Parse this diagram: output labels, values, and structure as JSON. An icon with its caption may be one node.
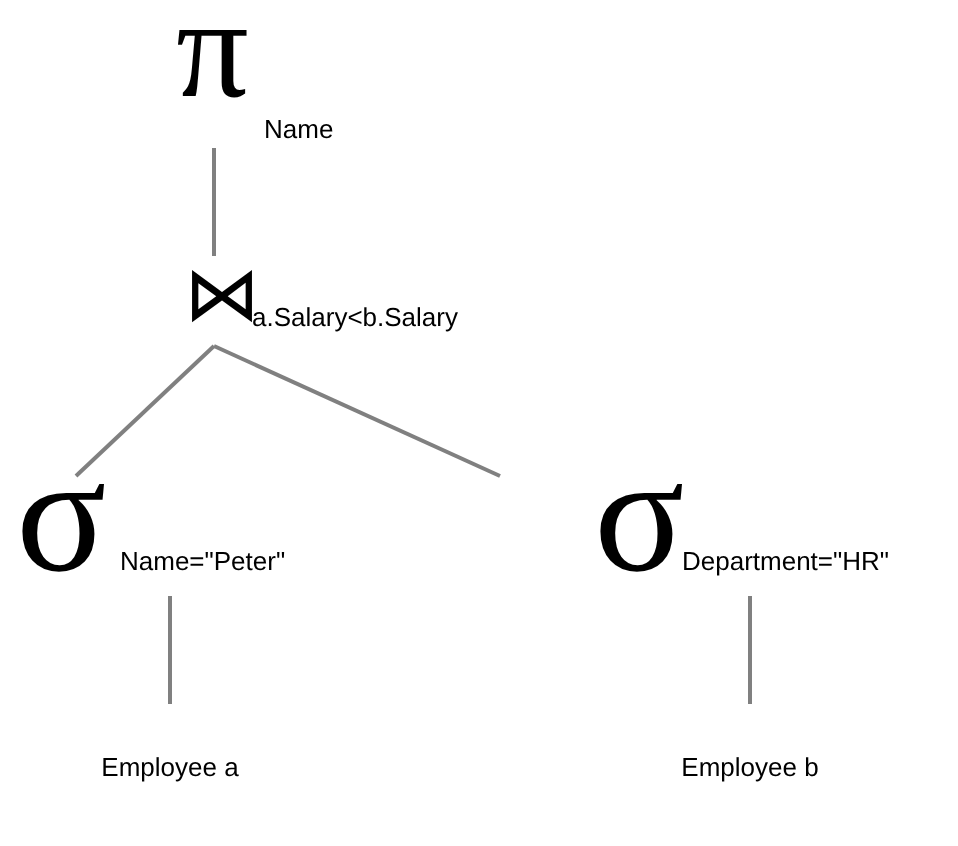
{
  "diagram": {
    "nodes": [
      {
        "text": [
          "π",
          "Name"
        ]
      },
      {
        "text": [
          "⋈",
          "a.Salary<b.Salary"
        ]
      },
      {
        "text": [
          "σ",
          "Name=\"Peter\""
        ]
      },
      {
        "text": [
          "σ",
          "Department=\"HR\""
        ]
      },
      {
        "text": [
          "Employee a"
        ]
      },
      {
        "text": [
          "Employee b"
        ]
      }
    ],
    "edges": [
      {
        "from": 0,
        "to": 1,
        "arrow": "none"
      },
      {
        "from": 1,
        "to": 2,
        "arrow": "none"
      },
      {
        "from": 1,
        "to": 3,
        "arrow": "none"
      },
      {
        "from": 2,
        "to": 4,
        "arrow": "none"
      },
      {
        "from": 3,
        "to": 5,
        "arrow": "none"
      }
    ]
  }
}
